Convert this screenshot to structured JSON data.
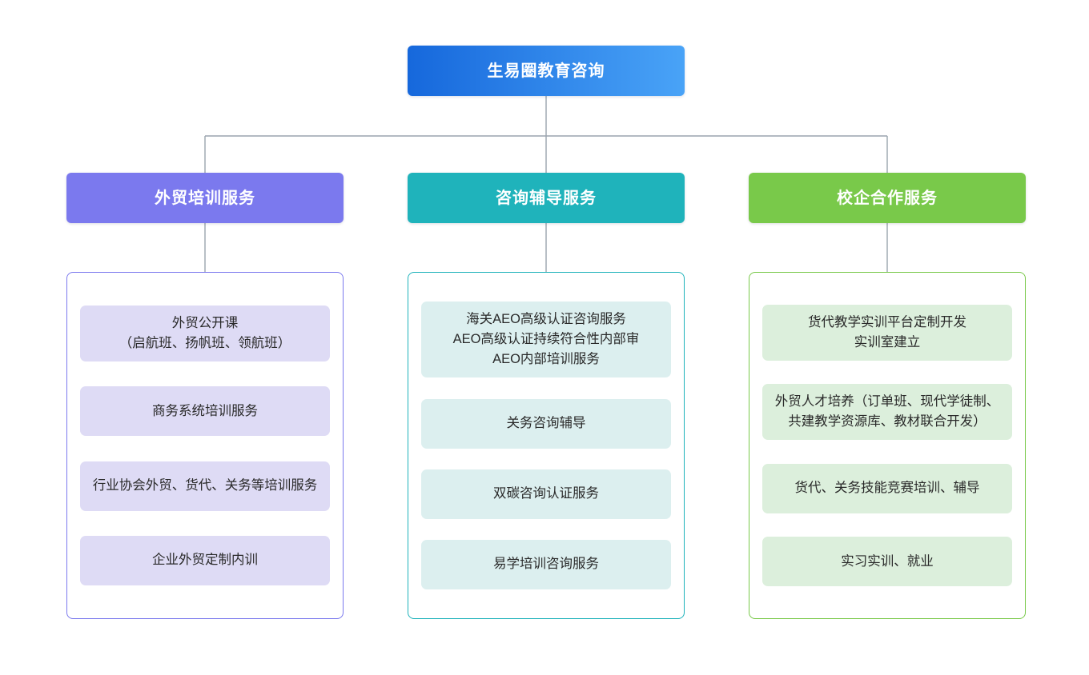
{
  "diagram": {
    "type": "organizational-tree",
    "root": {
      "label": "生易圈教育咨询",
      "color_start": "#1668dc",
      "color_end": "#49a3f7"
    },
    "branches": [
      {
        "id": "training",
        "label": "外贸培训服务",
        "color": "#7b79ee",
        "leaf_fill": "#dedbf5",
        "leaves": [
          {
            "label": "外贸公开课\n（启航班、扬帆班、领航班）"
          },
          {
            "label": "商务系统培训服务"
          },
          {
            "label": "行业协会外贸、货代、关务等培训服务"
          },
          {
            "label": "企业外贸定制内训"
          }
        ]
      },
      {
        "id": "consulting",
        "label": "咨询辅导服务",
        "color": "#1fb3bb",
        "leaf_fill": "#dcefef",
        "leaves": [
          {
            "label": "海关AEO高级认证咨询服务\nAEO高级认证持续符合性内部审\nAEO内部培训服务"
          },
          {
            "label": "关务咨询辅导"
          },
          {
            "label": "双碳咨询认证服务"
          },
          {
            "label": "易学培训咨询服务"
          }
        ]
      },
      {
        "id": "school-enterprise",
        "label": "校企合作服务",
        "color": "#79c94a",
        "leaf_fill": "#dcefdc",
        "leaves": [
          {
            "label": "货代教学实训平台定制开发\n实训室建立"
          },
          {
            "label": "外贸人才培养（订单班、现代学徒制、共建教学资源库、教材联合开发）"
          },
          {
            "label": "货代、关务技能竞赛培训、辅导"
          },
          {
            "label": "实习实训、就业"
          }
        ]
      }
    ],
    "connector_color": "#9aa4ae"
  }
}
